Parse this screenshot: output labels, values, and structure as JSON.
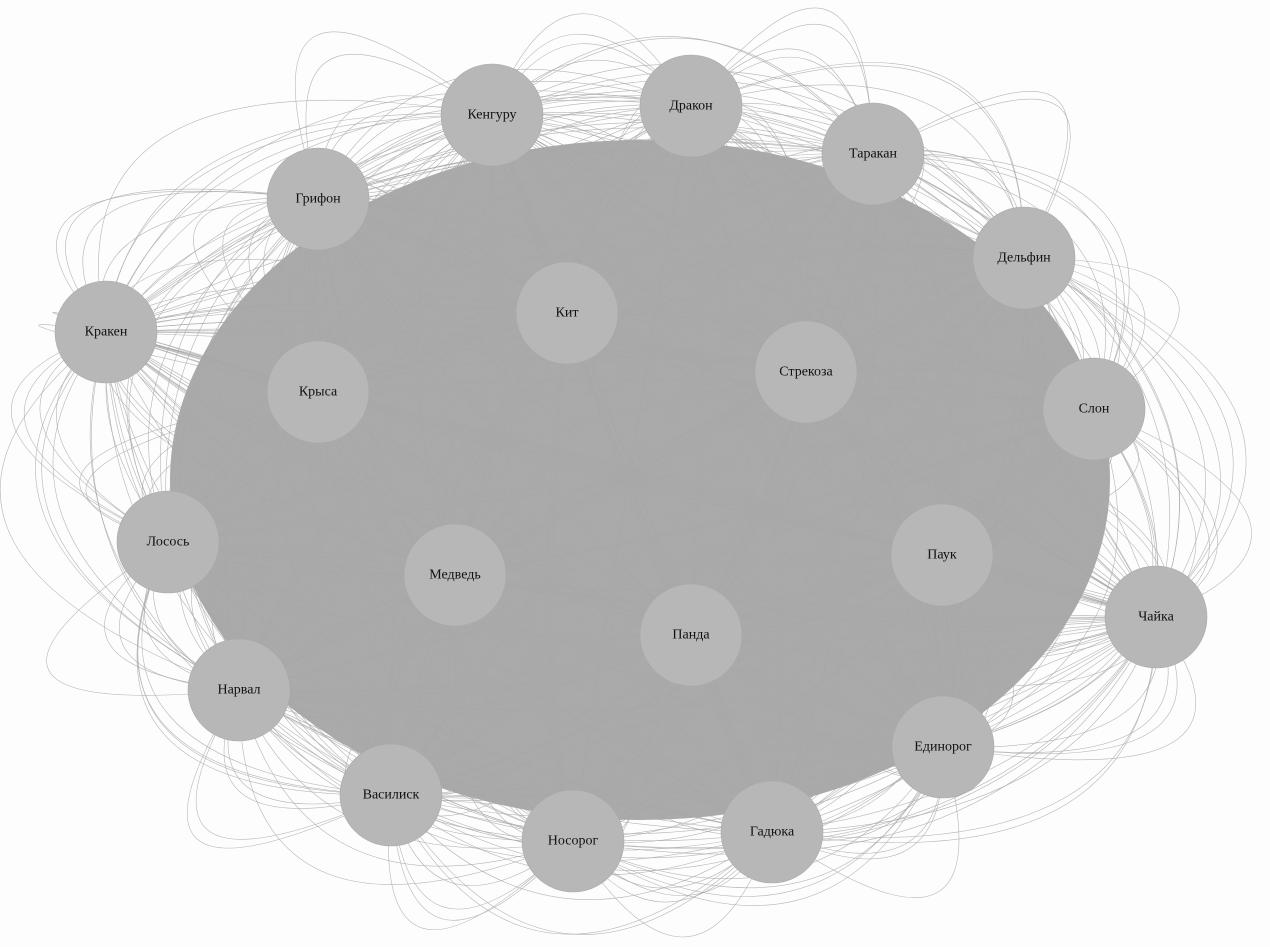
{
  "nodes": [
    {
      "id": "kenguru",
      "label": "Кенгуру"
    },
    {
      "id": "drakon",
      "label": "Дракон"
    },
    {
      "id": "tarakan",
      "label": "Таракан"
    },
    {
      "id": "grifon",
      "label": "Грифон"
    },
    {
      "id": "delfin",
      "label": "Дельфин"
    },
    {
      "id": "kit",
      "label": "Кит"
    },
    {
      "id": "kraken",
      "label": "Кракен"
    },
    {
      "id": "strekoza",
      "label": "Стрекоза"
    },
    {
      "id": "krysa",
      "label": "Крыса"
    },
    {
      "id": "slon",
      "label": "Слон"
    },
    {
      "id": "losos",
      "label": "Лосось"
    },
    {
      "id": "pauk",
      "label": "Паук"
    },
    {
      "id": "medved",
      "label": "Медведь"
    },
    {
      "id": "chaika",
      "label": "Чайка"
    },
    {
      "id": "panda",
      "label": "Панда"
    },
    {
      "id": "narval",
      "label": "Нарвал"
    },
    {
      "id": "edinorog",
      "label": "Единорог"
    },
    {
      "id": "vasilisk",
      "label": "Василиск"
    },
    {
      "id": "gadyuka",
      "label": "Гадюка"
    },
    {
      "id": "nosorog",
      "label": "Носорог"
    }
  ],
  "colors": {
    "background": "#fdfdfd",
    "node_fill": "#b7b7b7",
    "edge": "#a8a8a8",
    "label": "#111111"
  }
}
